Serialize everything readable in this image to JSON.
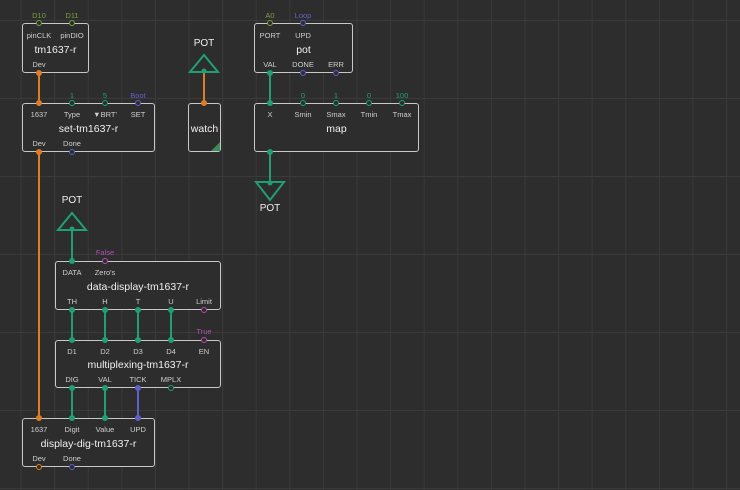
{
  "colors": {
    "custom": "#e07d22",
    "number": "#1ea076",
    "pulse": "#6060c8",
    "boolean": "#b050b0",
    "port": "#7aa040",
    "border": "#c8c8c8",
    "text": "#f0f0f0"
  },
  "nodes": {
    "tm1637": {
      "title": "tm1637-r",
      "in_pins": [
        {
          "label": "pinCLK",
          "value": "D10"
        },
        {
          "label": "pinDIO",
          "value": "D11"
        }
      ],
      "out_pins": [
        {
          "label": "Dev"
        }
      ]
    },
    "set_tm1637": {
      "title": "set-tm1637-r",
      "in_pins": [
        {
          "label": "1637",
          "value": ""
        },
        {
          "label": "Type",
          "value": "1"
        },
        {
          "label": "BRT",
          "value": "5"
        },
        {
          "label": "SET",
          "value": "Boot"
        }
      ],
      "out_pins": [
        {
          "label": "Dev"
        },
        {
          "label": "Done"
        }
      ]
    },
    "watch": {
      "title": "watch"
    },
    "pot": {
      "title": "pot",
      "in_pins": [
        {
          "label": "PORT",
          "value": "A0"
        },
        {
          "label": "UPD",
          "value": "Loop"
        }
      ],
      "out_pins": [
        {
          "label": "VAL"
        },
        {
          "label": "DONE"
        },
        {
          "label": "ERR"
        }
      ]
    },
    "map": {
      "title": "map",
      "in_pins": [
        {
          "label": "X",
          "value": ""
        },
        {
          "label": "Smin",
          "value": "0"
        },
        {
          "label": "Smax",
          "value": "1"
        },
        {
          "label": "Tmin",
          "value": "0"
        },
        {
          "label": "Tmax",
          "value": "100"
        }
      ]
    },
    "data_display": {
      "title": "data-display-tm1637-r",
      "in_pins": [
        {
          "label": "DATA",
          "value": ""
        },
        {
          "label": "Zero's",
          "value": "False"
        }
      ],
      "out_pins": [
        {
          "label": "TH"
        },
        {
          "label": "H"
        },
        {
          "label": "T"
        },
        {
          "label": "U"
        },
        {
          "label": "Limit"
        }
      ]
    },
    "multiplexing": {
      "title": "multiplexing-tm1637-r",
      "in_pins": [
        {
          "label": "D1",
          "value": ""
        },
        {
          "label": "D2",
          "value": ""
        },
        {
          "label": "D3",
          "value": ""
        },
        {
          "label": "D4",
          "value": ""
        },
        {
          "label": "EN",
          "value": "True"
        }
      ],
      "out_pins": [
        {
          "label": "DIG"
        },
        {
          "label": "VAL"
        },
        {
          "label": "TICK"
        },
        {
          "label": "MPLX"
        }
      ]
    },
    "display_dig": {
      "title": "display-dig-tm1637-r",
      "in_pins": [
        {
          "label": "1637",
          "value": ""
        },
        {
          "label": "Digit",
          "value": ""
        },
        {
          "label": "Value",
          "value": ""
        },
        {
          "label": "UPD",
          "value": ""
        }
      ],
      "out_pins": [
        {
          "label": "Dev"
        },
        {
          "label": "Done"
        }
      ]
    }
  },
  "terminals": {
    "watch_input": "POT",
    "map_output": "POT",
    "data_input": "POT"
  }
}
